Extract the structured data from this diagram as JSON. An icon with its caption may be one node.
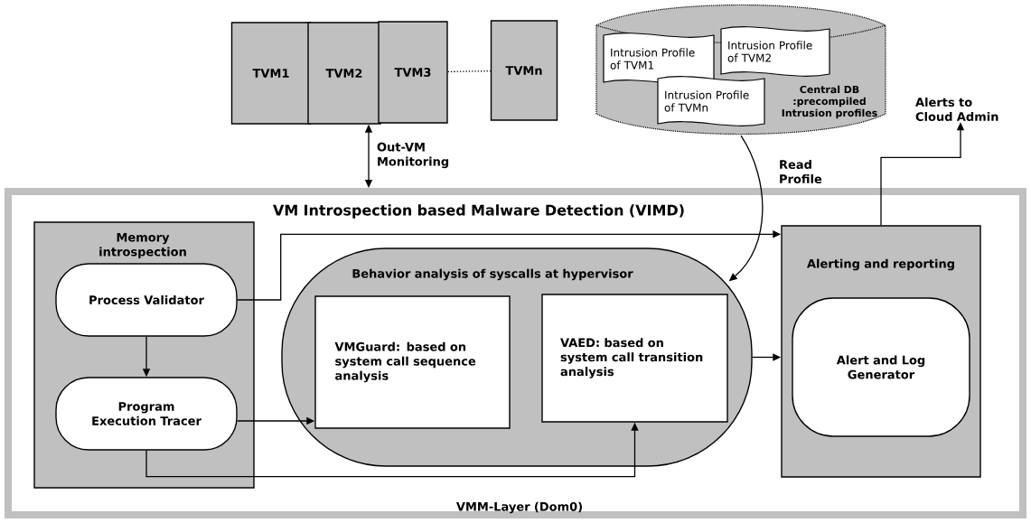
{
  "diagram": {
    "nodes": [
      {
        "text": [
          "TVM1"
        ]
      },
      {
        "text": [
          "TVM2"
        ]
      },
      {
        "text": [
          "TVM3"
        ]
      },
      {
        "text": [
          "TVMn"
        ]
      },
      {
        "text": [
          "Central DB :precompiled Intrusion profiles"
        ]
      },
      {
        "text": [
          "Intrusion Profile of TVM1"
        ],
        "in": 4
      },
      {
        "text": [
          "Intrusion Profile of TVM2"
        ],
        "in": 4
      },
      {
        "text": [
          "Intrusion Profile of TVMn"
        ],
        "in": 4
      },
      {
        "text": [
          "VM Introspection based Malware Detection (VIMD)",
          "VMM-Layer (Dom0)"
        ]
      },
      {
        "text": [
          "Memory introspection"
        ],
        "in": 8
      },
      {
        "text": [
          "Process Validator"
        ],
        "in": 9
      },
      {
        "text": [
          "Program Execution Tracer"
        ],
        "in": 9
      },
      {
        "text": [
          "Behavior analysis of syscalls at hypervisor"
        ],
        "in": 8
      },
      {
        "text": [
          "VMGuard: based on system call sequence analysis"
        ],
        "in": 12
      },
      {
        "text": [
          "VAED: based on system call transition analysis"
        ],
        "in": 12
      },
      {
        "text": [
          "Alerting and reporting"
        ],
        "in": 8
      },
      {
        "text": [
          "Alert and Log Generator"
        ],
        "in": 15
      },
      {
        "text": [
          "Alerts to Cloud Admin"
        ]
      }
    ],
    "edges": [
      {
        "from": 1,
        "to": 8,
        "arrow": "both",
        "label": "Out-VM Monitoring"
      },
      {
        "from": 4,
        "to": 12,
        "arrow": "to",
        "label": "Read Profile"
      },
      {
        "from": 10,
        "to": 11,
        "arrow": "to"
      },
      {
        "from": 10,
        "to": 15,
        "arrow": "to"
      },
      {
        "from": 11,
        "to": 13,
        "arrow": "to"
      },
      {
        "from": 11,
        "to": 14,
        "arrow": "to"
      },
      {
        "from": 12,
        "to": 15,
        "arrow": "to"
      },
      {
        "from": 15,
        "to": 17,
        "arrow": "to"
      },
      {
        "from": 2,
        "to": 3,
        "arrow": "none",
        "style": "dashed"
      }
    ]
  }
}
